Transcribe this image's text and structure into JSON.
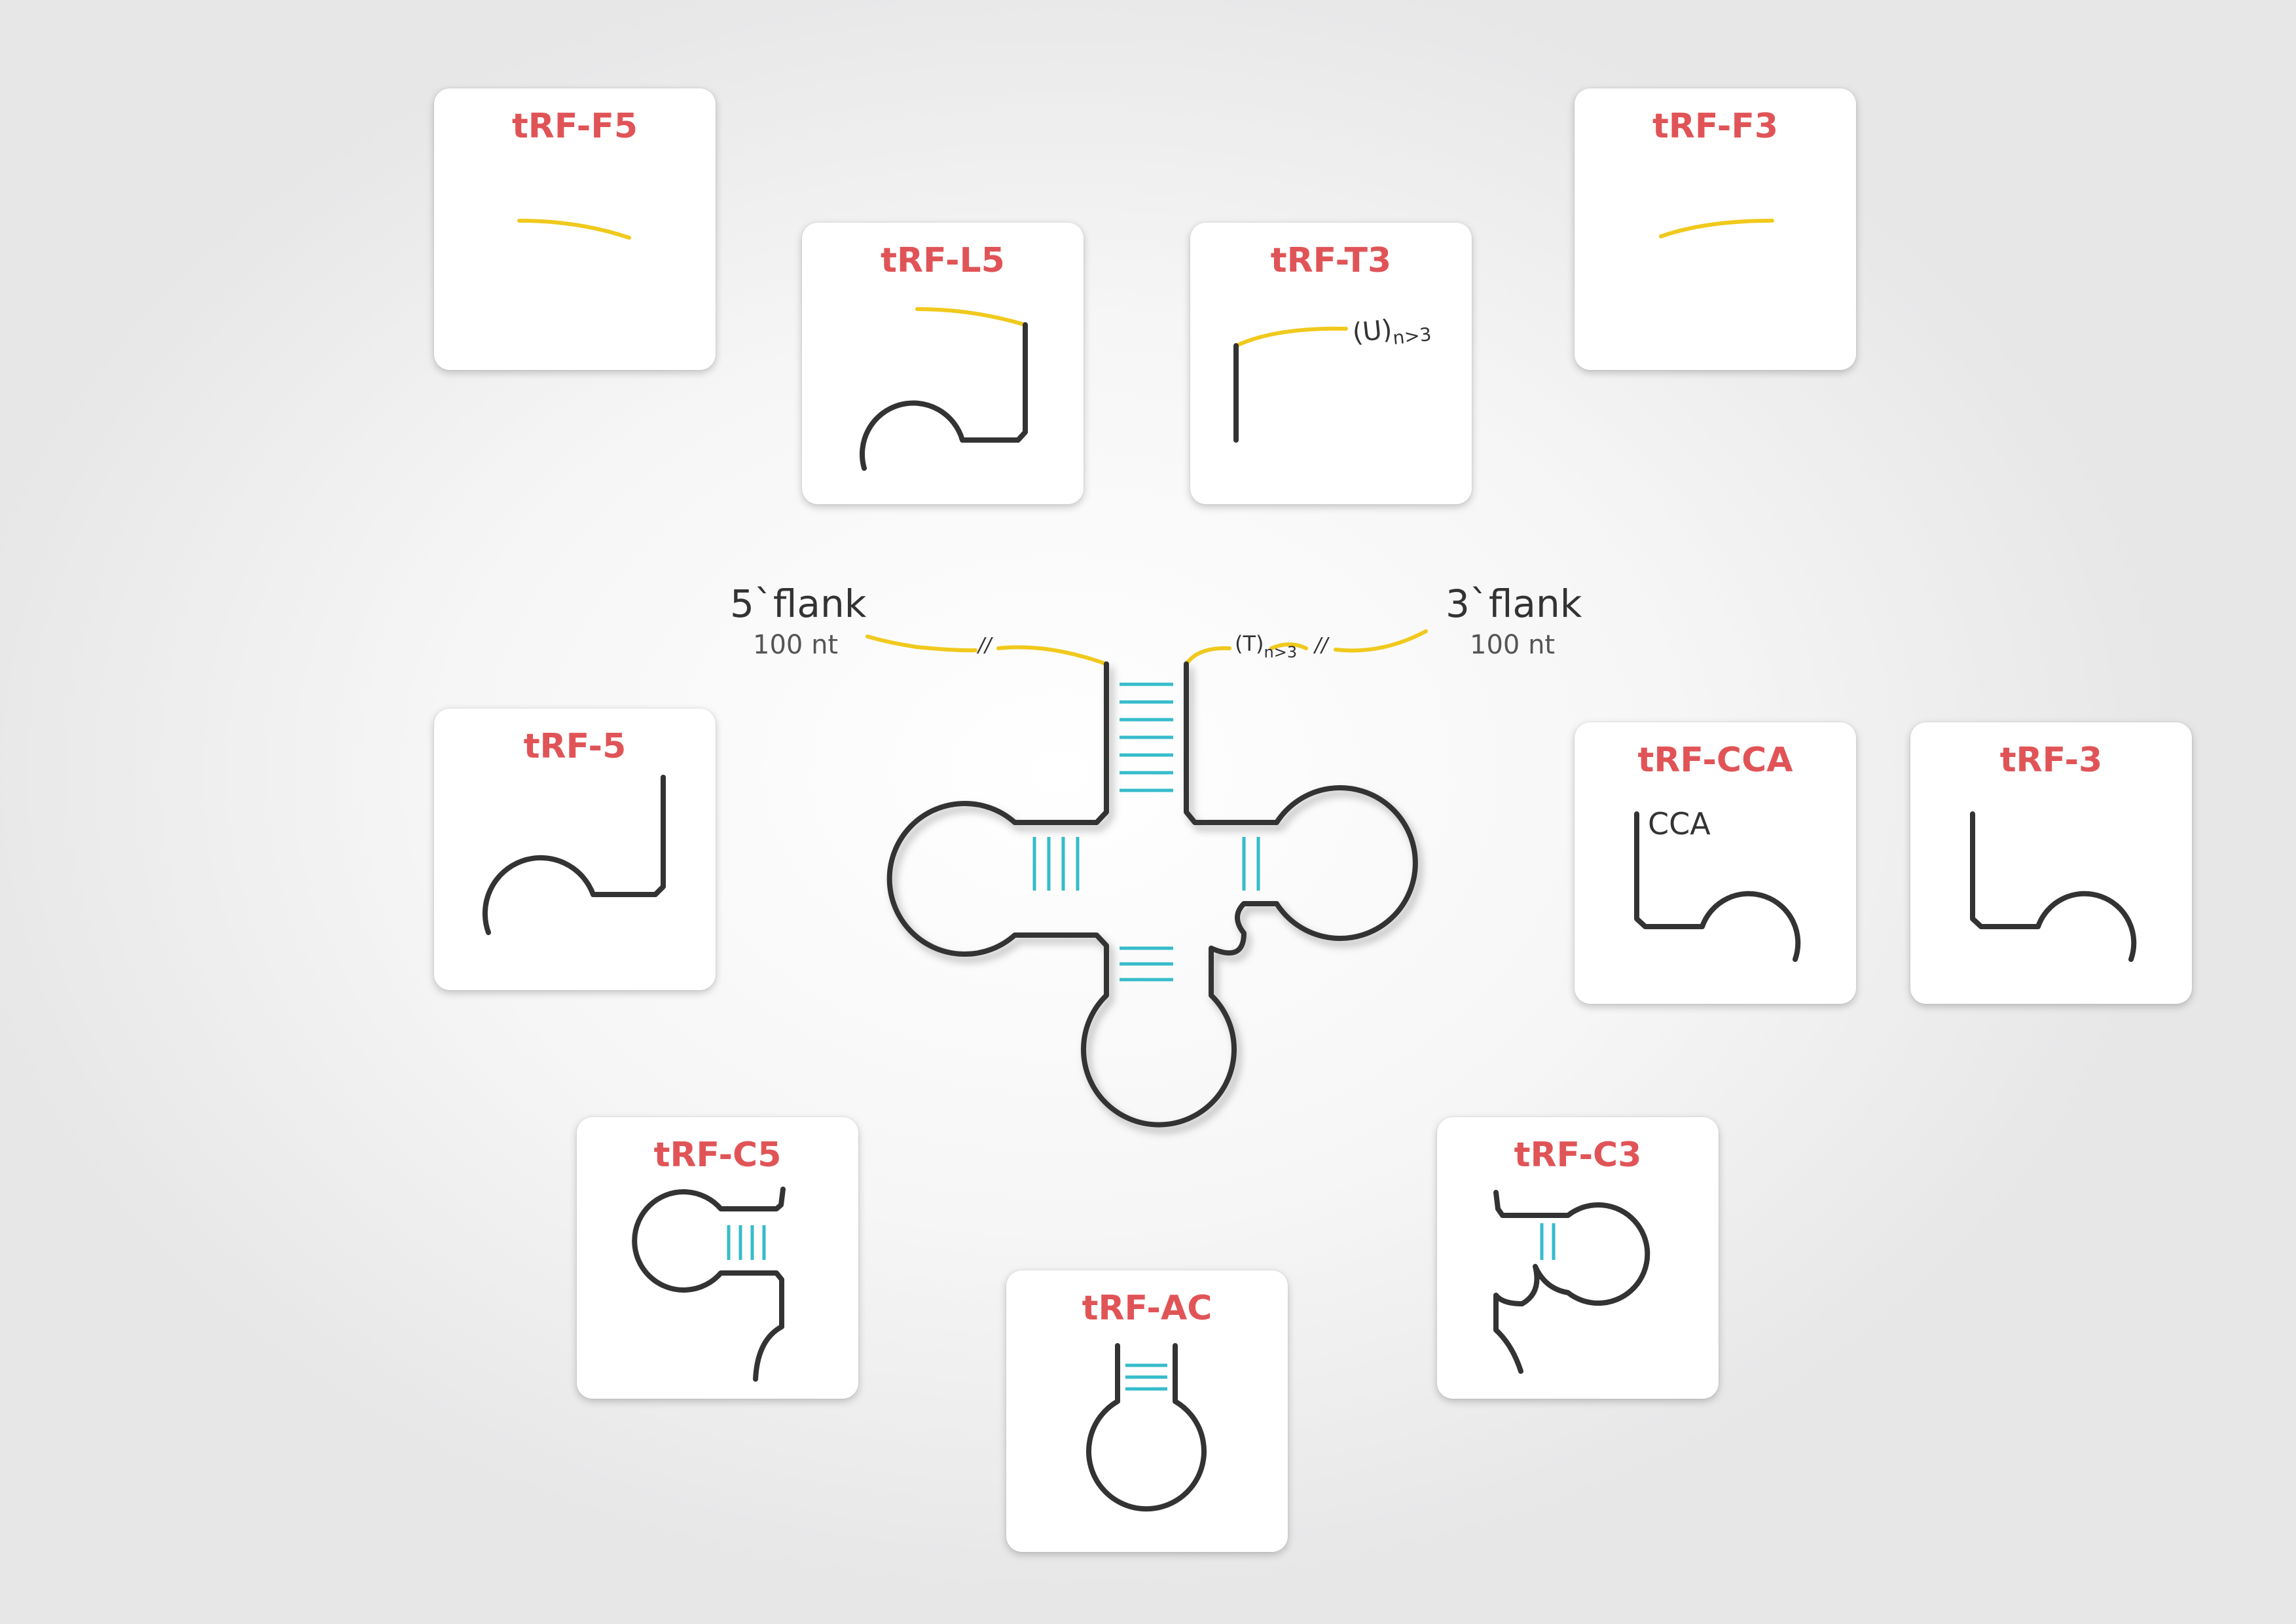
{
  "cards": {
    "f5": "tRF-F5",
    "l5": "tRF-L5",
    "t3": "tRF-T3",
    "f3": "tRF-F3",
    "r5": "tRF-5",
    "cca": "tRF-CCA",
    "r3": "tRF-3",
    "c5": "tRF-C5",
    "c3": "tRF-C3",
    "ac": "tRF-AC"
  },
  "t3_tail": {
    "base": "(U)",
    "subscript": "n>3"
  },
  "cca_label": "CCA",
  "center": {
    "flank5_title": "5`flank",
    "flank5_length": "100 nt",
    "flank3_title": "3`flank",
    "flank3_length": "100 nt",
    "poly_t_base": "(T)",
    "poly_t_subscript": "n>3",
    "break_mark": "//"
  },
  "colors": {
    "title": "#e05457",
    "strand": "#333333",
    "flank": "#f0c91c",
    "base_pair": "#35bccb"
  }
}
